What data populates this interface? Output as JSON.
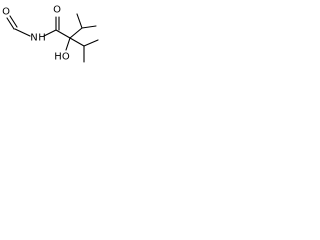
{
  "structure": {
    "atoms": {
      "aldehyde_oxygen": "O",
      "amide_nitrogen": "N",
      "amide_hydrogen": "H",
      "carbonyl_oxygen": "O",
      "hydroxyl_label": "HO"
    },
    "colors": {
      "ink": "#000000",
      "background": "#ffffff"
    }
  }
}
